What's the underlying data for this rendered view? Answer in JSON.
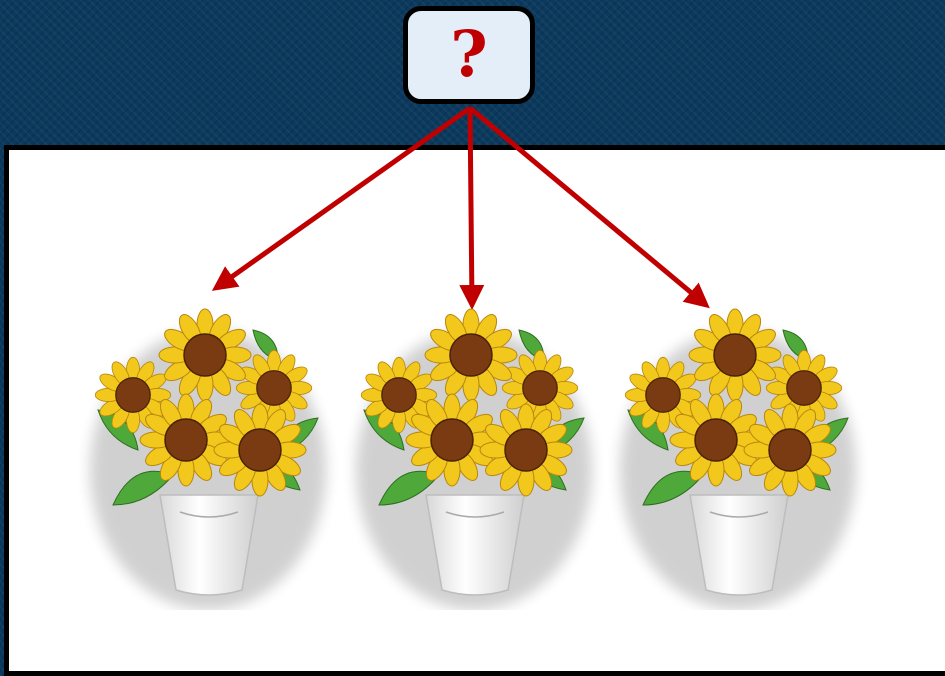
{
  "question": {
    "label": "?"
  },
  "colors": {
    "background": "#0b3a5e",
    "arrow": "#c00000",
    "panel": "#ffffff",
    "petal": "#f2c81c",
    "petal_edge": "#b8860b",
    "flower_center": "#7a3b12",
    "leaf": "#4ea83a",
    "vase": "#f4f4f4"
  },
  "items": [
    {
      "name": "sunflower-vase",
      "icon": "sunflower-vase-icon"
    },
    {
      "name": "sunflower-vase",
      "icon": "sunflower-vase-icon"
    },
    {
      "name": "sunflower-vase",
      "icon": "sunflower-vase-icon"
    }
  ]
}
